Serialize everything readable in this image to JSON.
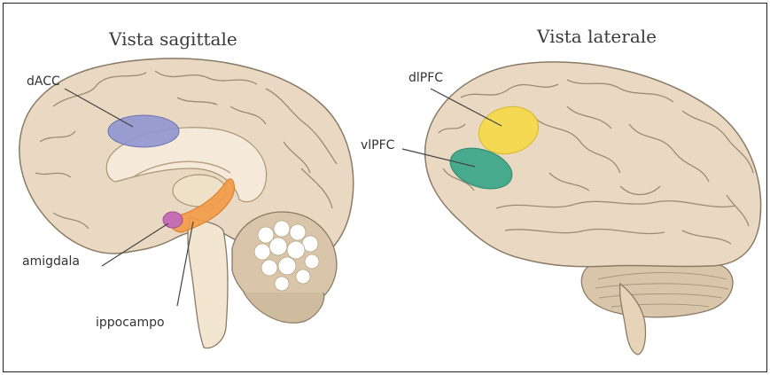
{
  "titles": {
    "sagittal": "Vista sagittale",
    "lateral": "Vista laterale"
  },
  "labels": {
    "dacc": "dACC",
    "amigdala": "amigdala",
    "ippocampo": "ippocampo",
    "dlpfc": "dlPFC",
    "vlpfc": "vlPFC"
  },
  "colors": {
    "brain_fill": "#ead9c2",
    "brain_stroke": "#8a7a66",
    "inner_fill": "#f5ead9",
    "cerebellum_fill": "#d9c6aa",
    "dacc_region": "#8f95cf",
    "amygdala_region": "#c66fb5",
    "hippocampus_region": "#f29a45",
    "dlpfc_region": "#f5d94a",
    "vlpfc_region": "#3fa88a"
  }
}
